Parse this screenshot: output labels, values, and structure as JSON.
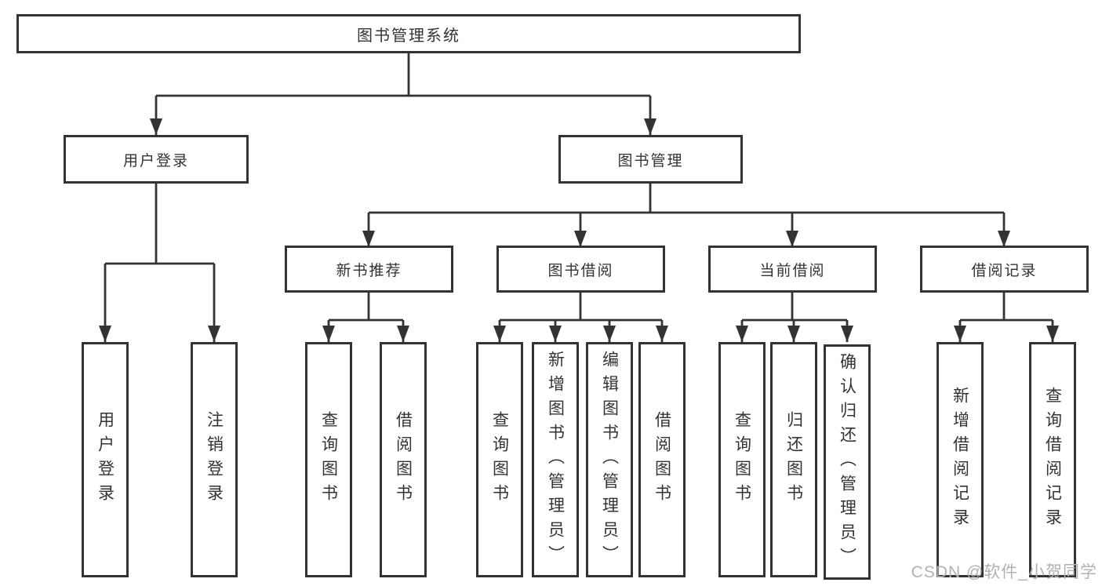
{
  "diagram_title": "图书管理系统",
  "tree": {
    "label": "图书管理系统",
    "children": [
      {
        "label": "用户登录",
        "children": [
          {
            "label": "用户登录"
          },
          {
            "label": "注销登录"
          }
        ]
      },
      {
        "label": "图书管理",
        "children": [
          {
            "label": "新书推荐",
            "children": [
              {
                "label": "查询图书"
              },
              {
                "label": "借阅图书"
              }
            ]
          },
          {
            "label": "图书借阅",
            "children": [
              {
                "label": "查询图书"
              },
              {
                "label": "新增图书（管理员）"
              },
              {
                "label": "编辑图书（管理员）"
              },
              {
                "label": "借阅图书"
              }
            ]
          },
          {
            "label": "当前借阅",
            "children": [
              {
                "label": "查询图书"
              },
              {
                "label": "归还图书"
              },
              {
                "label": "确认归还（管理员）"
              }
            ]
          },
          {
            "label": "借阅记录",
            "children": [
              {
                "label": "新增借阅记录"
              },
              {
                "label": "查询借阅记录"
              }
            ]
          }
        ]
      }
    ]
  },
  "watermark": "CSDN @软件_小贺同学",
  "colors": {
    "line": "#333333",
    "text": "#333333",
    "box_background": "#ffffff",
    "watermark": "#b3b1b1",
    "background": "#ffffff"
  }
}
